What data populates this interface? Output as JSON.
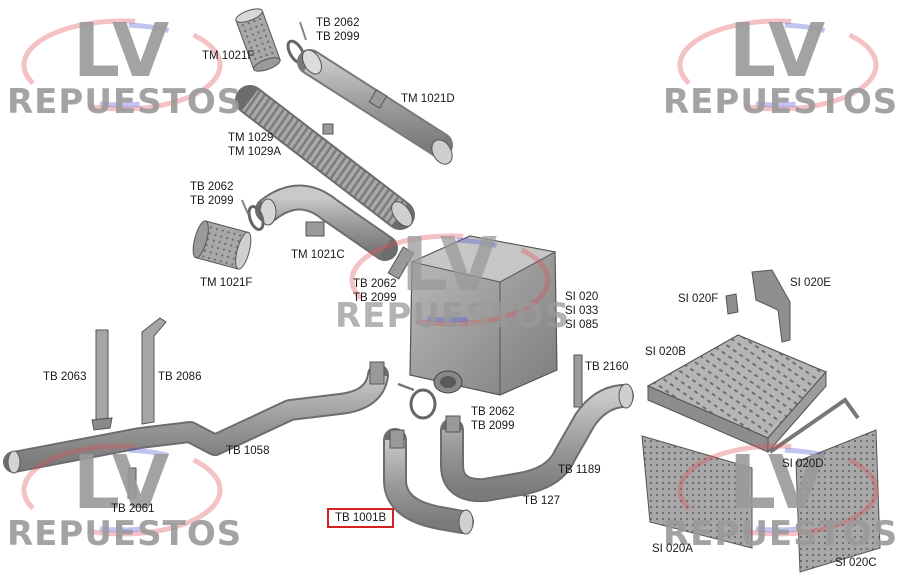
{
  "watermark": {
    "logo": "LV",
    "brand": "REPUESTOS",
    "ring_red": "#e0505a",
    "ring_blue": "#4a56d8",
    "text_color": "#9a9a9a"
  },
  "labels": {
    "tm1021f_top": "TM 1021F",
    "tb2062_a": "TB 2062",
    "tb2099_a": "TB 2099",
    "tm1021d": "TM 1021D",
    "tm1029": "TM 1029",
    "tm1029a": "TM 1029A",
    "tb2062_b": "TB 2062",
    "tb2099_b": "TB 2099",
    "tm1021c": "TM 1021C",
    "tm1021f_mid": "TM 1021F",
    "tb2062_c": "TB 2062",
    "tb2099_c": "TB 2099",
    "si020": "SI 020",
    "si033": "SI 033",
    "si085": "SI 085",
    "si020f": "SI 020F",
    "si020e": "SI 020E",
    "si020b": "SI 020B",
    "tb2160": "TB 2160",
    "tb2063": "TB 2063",
    "tb2086": "TB 2086",
    "tb2062_d": "TB 2062",
    "tb2099_d": "TB 2099",
    "tb1058": "TB 1058",
    "tb1189": "TB 1189",
    "si020d": "SI 020D",
    "tb127": "TB 127",
    "tb2061": "TB 2061",
    "tb1001b": "TB 1001B",
    "si020a": "SI 020A",
    "si020c": "SI 020C"
  },
  "highlight": {
    "part": "tb1001b",
    "color": "#d32020"
  }
}
